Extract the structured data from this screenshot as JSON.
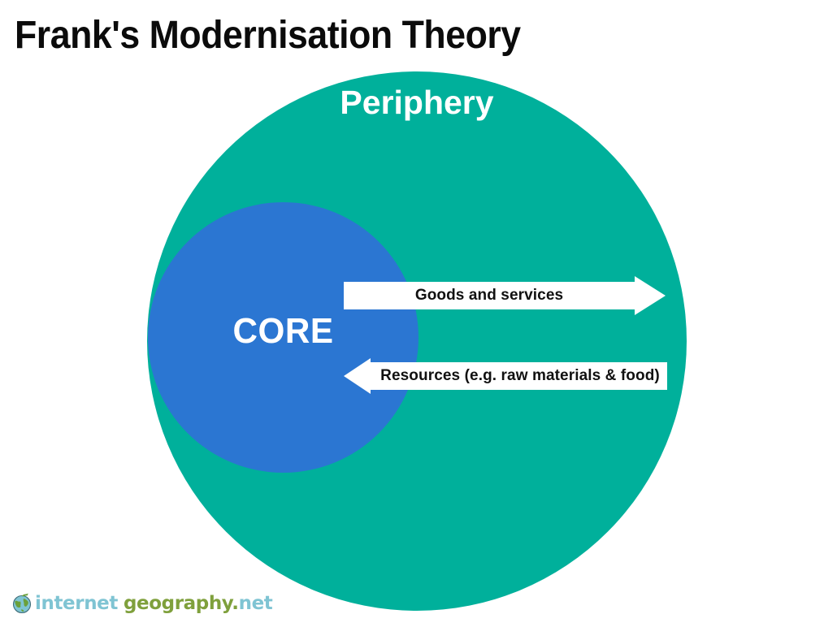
{
  "page": {
    "title": "Frank's Modernisation Theory",
    "background_color": "#ffffff"
  },
  "diagram": {
    "type": "core-periphery-venn",
    "outer": {
      "label": "Periphery",
      "color": "#00b09b",
      "label_color": "#ffffff"
    },
    "inner": {
      "label": "CORE",
      "color": "#2b76d2",
      "label_color": "#ffffff"
    },
    "flows": [
      {
        "id": "goods",
        "label": "Goods and services",
        "direction": "right",
        "from": "CORE",
        "to": "Periphery",
        "fill": "#ffffff",
        "text_color": "#111111"
      },
      {
        "id": "resources",
        "label": "Resources (e.g. raw materials & food)",
        "direction": "left",
        "from": "Periphery",
        "to": "CORE",
        "fill": "#ffffff",
        "text_color": "#111111"
      }
    ]
  },
  "footer": {
    "logo": {
      "icon": "globe-icon",
      "part1": "internet",
      "part2": "geography",
      "part3": ".",
      "part4": "net",
      "color1": "#7fc4d3",
      "color2": "#7fa03c"
    }
  }
}
